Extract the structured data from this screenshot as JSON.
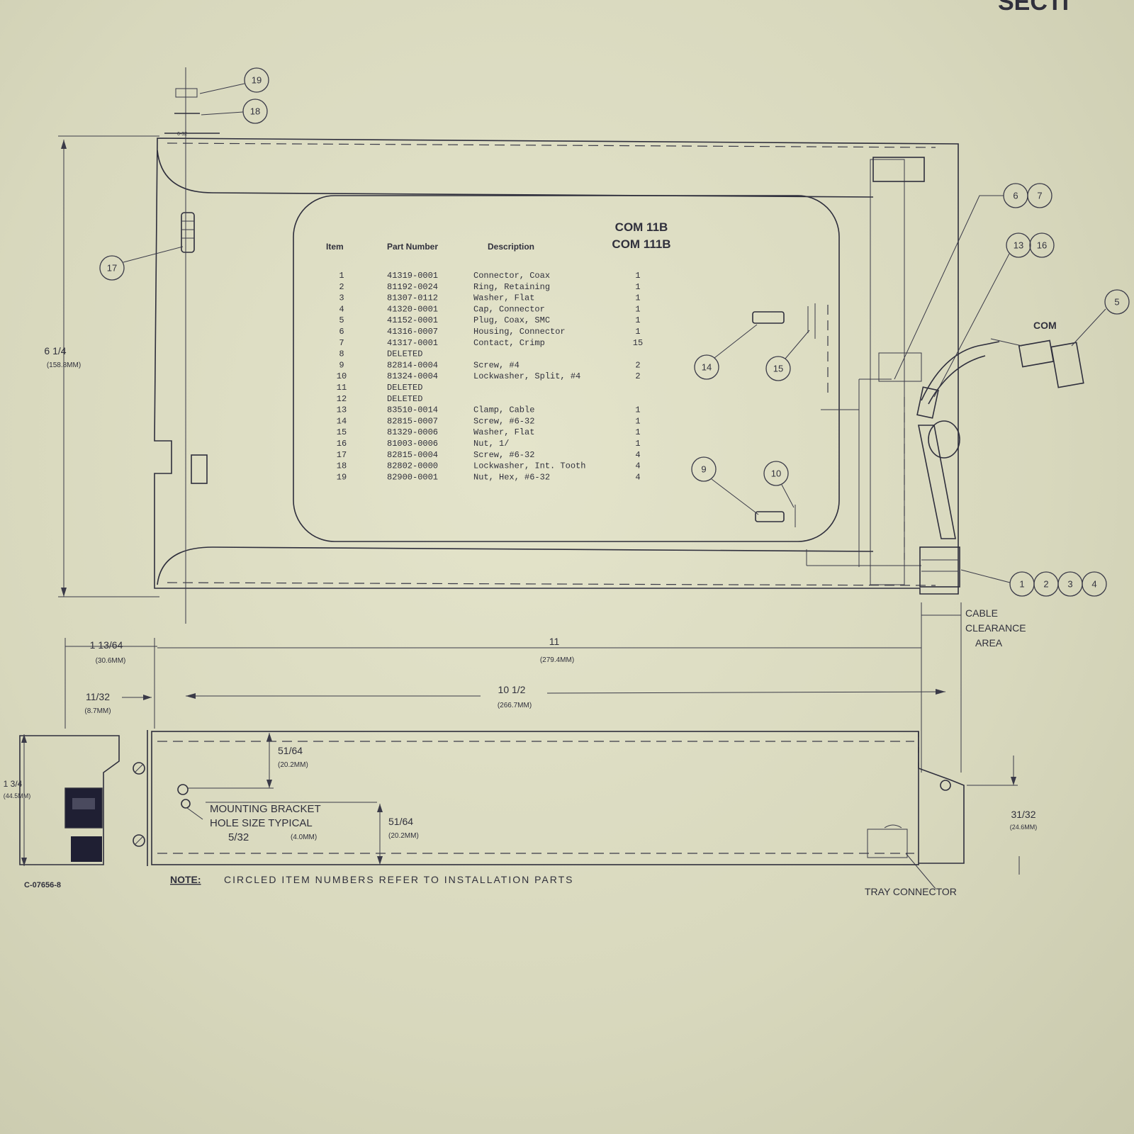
{
  "header_fragment": "SECTI",
  "table": {
    "model_line1": "COM 11B",
    "model_line2": "COM 111B",
    "col_item": "Item",
    "col_part": "Part Number",
    "col_desc": "Description",
    "rows": [
      {
        "item": "1",
        "part": "41319-0001",
        "desc": "Connector, Coax",
        "qty": "1"
      },
      {
        "item": "2",
        "part": "81192-0024",
        "desc": "Ring, Retaining",
        "qty": "1"
      },
      {
        "item": "3",
        "part": "81307-0112",
        "desc": "Washer, Flat",
        "qty": "1"
      },
      {
        "item": "4",
        "part": "41320-0001",
        "desc": "Cap, Connector",
        "qty": "1"
      },
      {
        "item": "5",
        "part": "41152-0001",
        "desc": "Plug, Coax, SMC",
        "qty": "1"
      },
      {
        "item": "6",
        "part": "41316-0007",
        "desc": "Housing, Connector",
        "qty": "1"
      },
      {
        "item": "7",
        "part": "41317-0001",
        "desc": "Contact, Crimp",
        "qty": "15"
      },
      {
        "item": "8",
        "part": "DELETED",
        "desc": "",
        "qty": ""
      },
      {
        "item": "9",
        "part": "82814-0004",
        "desc": "Screw, #4",
        "qty": "2"
      },
      {
        "item": "10",
        "part": "81324-0004",
        "desc": "Lockwasher, Split, #4",
        "qty": "2"
      },
      {
        "item": "11",
        "part": "DELETED",
        "desc": "",
        "qty": ""
      },
      {
        "item": "12",
        "part": "DELETED",
        "desc": "",
        "qty": ""
      },
      {
        "item": "13",
        "part": "83510-0014",
        "desc": "Clamp, Cable",
        "qty": "1"
      },
      {
        "item": "14",
        "part": "82815-0007",
        "desc": "Screw, #6-32",
        "qty": "1"
      },
      {
        "item": "15",
        "part": "81329-0006",
        "desc": "Washer, Flat",
        "qty": "1"
      },
      {
        "item": "16",
        "part": "81003-0006",
        "desc": "Nut, 1/",
        "qty": "1"
      },
      {
        "item": "17",
        "part": "82815-0004",
        "desc": "Screw, #6-32",
        "qty": "4"
      },
      {
        "item": "18",
        "part": "82802-0000",
        "desc": "Lockwasher, Int. Tooth",
        "qty": "4"
      },
      {
        "item": "19",
        "part": "82900-0001",
        "desc": "Nut, Hex, #6-32",
        "qty": "4"
      }
    ]
  },
  "callouts": {
    "c1": "1",
    "c2": "2",
    "c3": "3",
    "c4": "4",
    "c5": "5",
    "c6": "6",
    "c7": "7",
    "c9": "9",
    "c10": "10",
    "c13": "13",
    "c14": "14",
    "c15": "15",
    "c16": "16",
    "c17": "17",
    "c18": "18",
    "c19": "19"
  },
  "labels": {
    "com": "COM",
    "cable_clearance_1": "CABLE",
    "cable_clearance_2": "CLEARANCE",
    "cable_clearance_3": "AREA",
    "mounting_1": "MOUNTING BRACKET",
    "mounting_2": "HOLE SIZE TYPICAL",
    "mounting_3": "5/32",
    "mounting_3mm": "(4.0MM)",
    "tray_connector": "TRAY CONNECTOR",
    "note_prefix": "NOTE:",
    "note_text": "CIRCLED ITEM NUMBERS REFER TO INSTALLATION PARTS",
    "drawing_no": "C-07656-8",
    "small_label_top": "6-32"
  },
  "dimensions": {
    "height_in": "6 1/4",
    "height_mm": "(158.8MM)",
    "left_offset_in": "1 13/64",
    "left_offset_mm": "(30.6MM)",
    "overall_in": "11",
    "overall_mm": "(279.4MM)",
    "inset_in": "11/32",
    "inset_mm": "(8.7MM)",
    "hole_span_in": "10 1/2",
    "hole_span_mm": "(266.7MM)",
    "side_height_in": "1 3/4",
    "side_height_mm": "(44.5MM)",
    "hole_top_in": "51/64",
    "hole_top_mm": "(20.2MM)",
    "hole_bottom_in": "51/64",
    "hole_bottom_mm": "(20.2MM)",
    "right_in": "31/32",
    "right_mm": "(24.6MM)"
  }
}
